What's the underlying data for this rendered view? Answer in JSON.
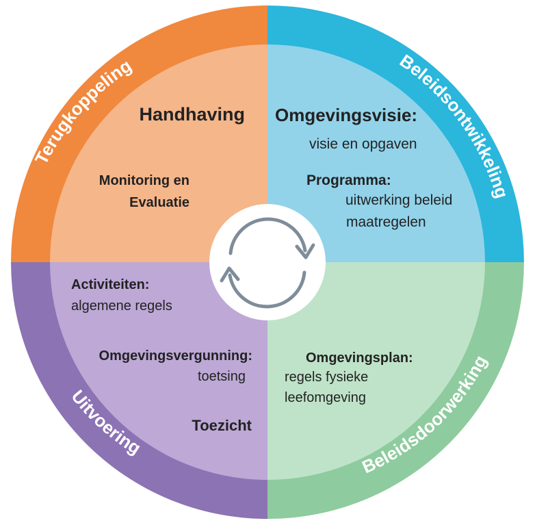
{
  "ring_labels": {
    "top_left": "Terugkoppeling",
    "top_right": "Beleidsontwikkeling",
    "bottom_right": "Beleidsdoorwerking",
    "bottom_left": "Uitvoering"
  },
  "top_left": {
    "handhaving": "Handhaving",
    "monitoring_line1": "Monitoring en",
    "monitoring_line2": "Evaluatie"
  },
  "top_right": {
    "omgevingsvisie": "Omgevingsvisie:",
    "omgevingsvisie_desc": "visie en opgaven",
    "programma": "Programma:",
    "programma_desc1": "uitwerking beleid",
    "programma_desc2": "maatregelen"
  },
  "bottom_left": {
    "activiteiten": "Activiteiten:",
    "activiteiten_desc": "algemene regels",
    "omgevingsvergunning": "Omgevingsvergunning:",
    "omgevingsvergunning_desc": "toetsing",
    "toezicht": "Toezicht"
  },
  "bottom_right": {
    "omgevingsplan": "Omgevingsplan:",
    "omgevingsplan_desc1": "regels fysieke",
    "omgevingsplan_desc2": "leefomgeving"
  },
  "colors": {
    "ring_orange": "#F0883E",
    "inner_orange": "#F5B68A",
    "ring_blue": "#2BB6DC",
    "inner_blue": "#92D3EA",
    "ring_green": "#8ECB9E",
    "inner_green": "#BFE3C9",
    "ring_purple": "#8C73B4",
    "inner_purple": "#BDA8D6",
    "cycle_arrows": "#7F8C99"
  },
  "center_icon": "cycle-arrows-icon"
}
